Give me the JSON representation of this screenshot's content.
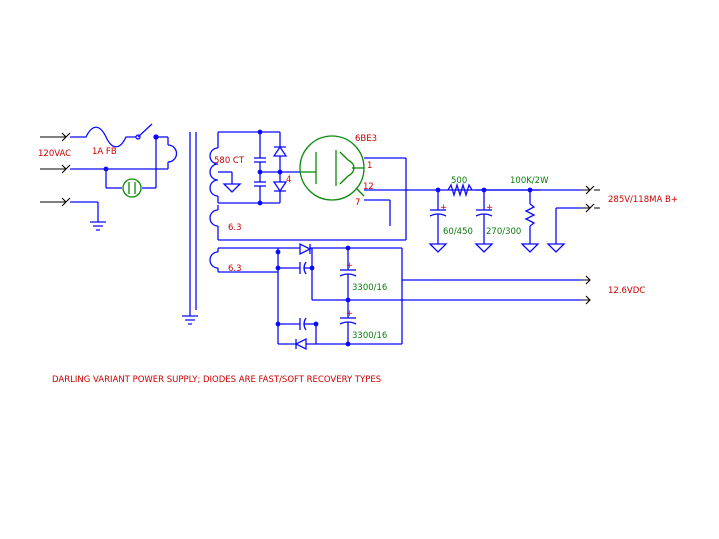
{
  "labels": {
    "mains": "120VAC",
    "fuse": "1A FB",
    "tube": "6BE3",
    "hv_winding": "580 CT",
    "pin_4": "4",
    "pin_1": "1",
    "pin_12": "12",
    "pin_7": "7",
    "heater_winding_1": "6.3",
    "heater_winding_2": "6.3",
    "choke": "500",
    "bleeder": "100K/2W",
    "cap_filter_1": "60/450",
    "cap_filter_2": "270/300",
    "cap_low_1": "3300/16",
    "cap_low_2": "3300/16",
    "hv_output": "285V/118MA B+",
    "dc_output": "12.6VDC",
    "caption": "DARLING VARIANT POWER SUPPLY; DIODES ARE FAST/SOFT RECOVERY TYPES",
    "plus": "+"
  },
  "colors": {
    "wire": "#0a0aff",
    "ground_and_terminals": "#000000",
    "tube": "#0a8a0a",
    "text_red": "#cc0000",
    "text_green": "#0a7a0a"
  }
}
